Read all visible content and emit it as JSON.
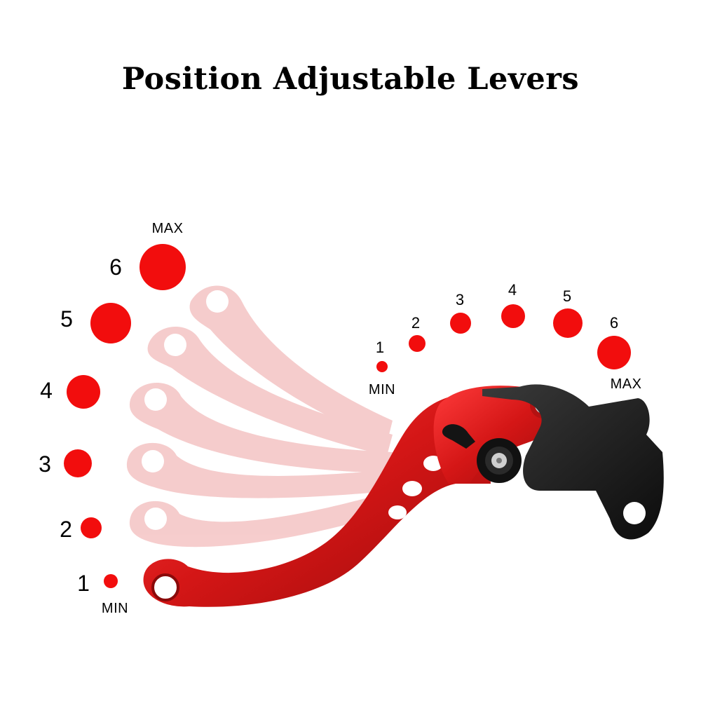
{
  "title": "Position Adjustable Levers",
  "colors": {
    "dot": "#f20d0d",
    "lever_red": "#d81b1b",
    "lever_ghost": "#f3b9b9",
    "bracket": "#1c1c1c",
    "text": "#000000"
  },
  "left_scale": {
    "positions": [
      "1",
      "2",
      "3",
      "4",
      "5",
      "6"
    ],
    "min_label": "MIN",
    "max_label": "MAX"
  },
  "right_scale": {
    "positions": [
      "1",
      "2",
      "3",
      "4",
      "5",
      "6"
    ],
    "min_label": "MIN",
    "max_label": "MAX"
  }
}
